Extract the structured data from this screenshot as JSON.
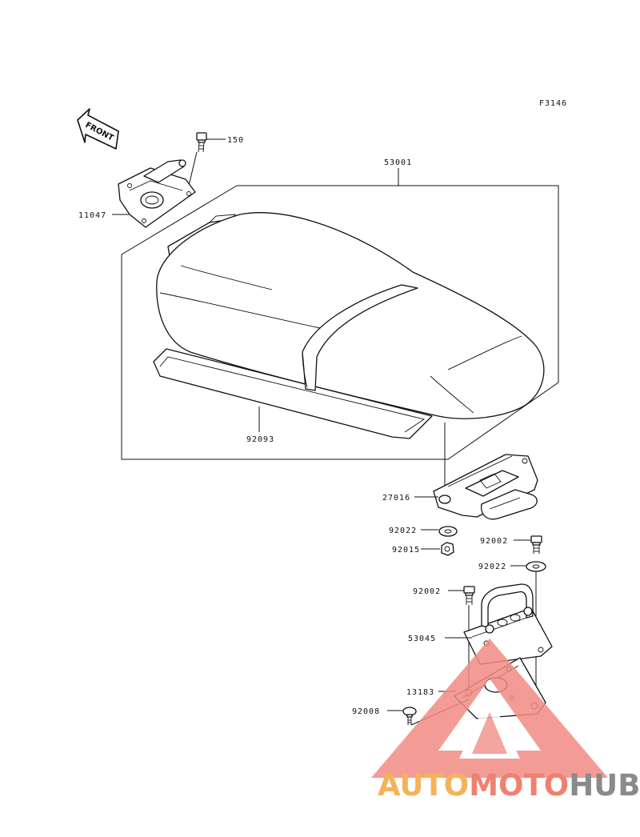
{
  "figure_id": "F3146",
  "front_label": "FRONT",
  "callouts": {
    "p150": "150",
    "p11047": "11047",
    "p53001": "53001",
    "p92093": "92093",
    "p27016": "27016",
    "p92022a": "92022",
    "p92015": "92015",
    "p92002a": "92002",
    "p92022b": "92022",
    "p92002b": "92002",
    "p53045": "53045",
    "p13183": "13183",
    "p92008": "92008"
  },
  "watermark": {
    "part1": "AUTO",
    "part2": "MOTO",
    "part3": "HUB",
    "color1": "#f5b25a",
    "color2": "#f08070",
    "color3": "#8a8a8a",
    "triangle_color": "#f28b84"
  }
}
